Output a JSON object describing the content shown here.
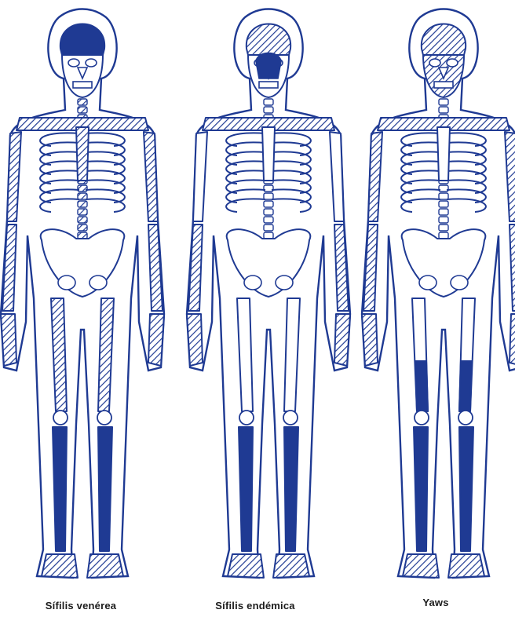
{
  "colors": {
    "ink": "#1f3a93",
    "fill": "#1f3a93",
    "paper": "#ffffff",
    "caption": "#1b1b1b"
  },
  "figures": [
    {
      "caption": "Sífilis venérea",
      "skull": "solid",
      "face": "none",
      "sternum": "hatched",
      "spine": "hatched",
      "clavicles": "hatched",
      "humerus": "hatched",
      "forearm": "hatched",
      "hands": "hatched",
      "femur": "hatched",
      "tibia": "solid",
      "feet": "hatched"
    },
    {
      "caption": "Sífilis endémica",
      "skull": "hatched",
      "face": "solid-nasal",
      "sternum": "plain",
      "spine": "plain",
      "clavicles": "hatched",
      "humerus": "plain",
      "forearm": "hatched",
      "hands": "hatched",
      "femur": "plain",
      "tibia": "solid",
      "feet": "hatched"
    },
    {
      "caption": "Yaws",
      "skull": "hatched",
      "face": "hatched",
      "sternum": "plain",
      "spine": "plain",
      "clavicles": "hatched",
      "humerus": "hatched",
      "forearm": "hatched",
      "hands": "hatched",
      "femur": "solid-distal",
      "tibia": "solid",
      "feet": "hatched"
    }
  ]
}
